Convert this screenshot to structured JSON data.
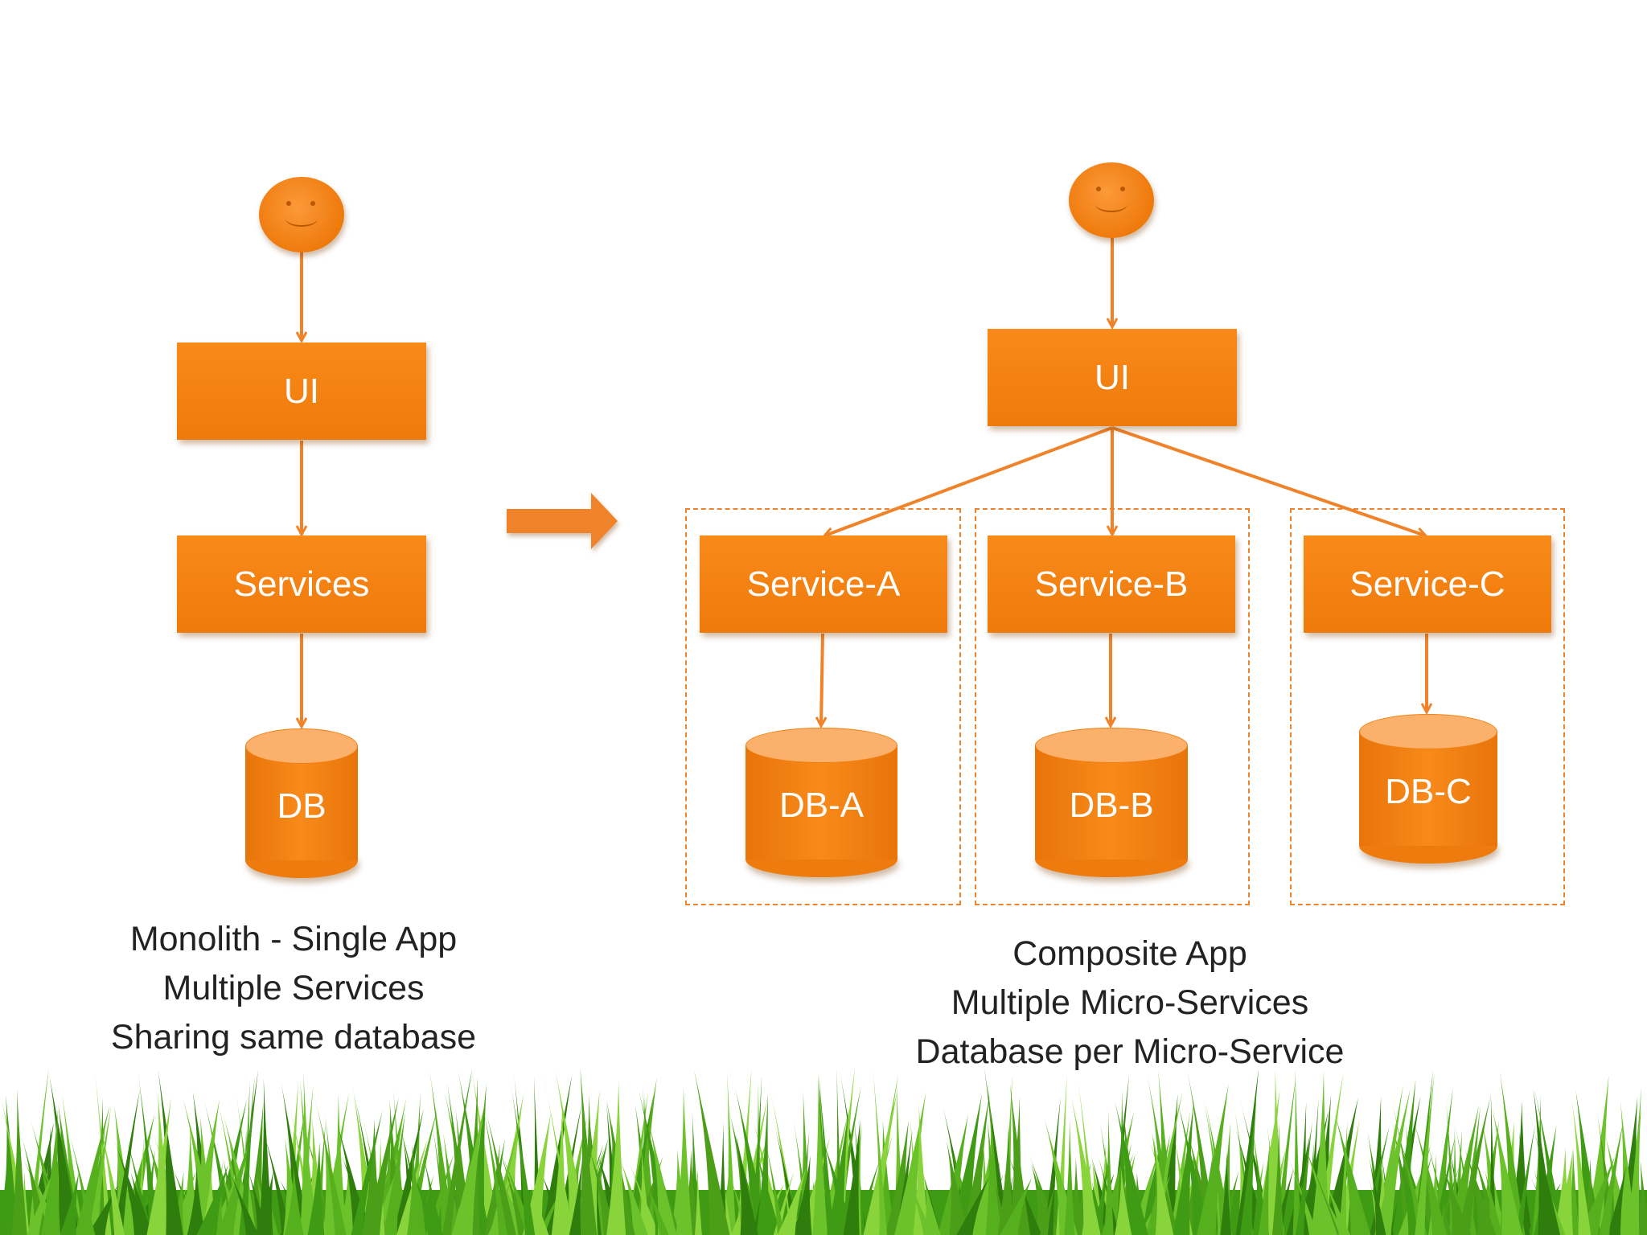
{
  "colors": {
    "box": "#f5831a",
    "arrow": "#f0832a",
    "text_light": "#ffffff",
    "caption": "#222222",
    "grass": "#3f9a14"
  },
  "left": {
    "ui_label": "UI",
    "services_label": "Services",
    "db_label": "DB",
    "caption_lines": [
      "Monolith - Single App",
      "Multiple Services",
      "Sharing same database"
    ]
  },
  "right": {
    "ui_label": "UI",
    "services": [
      {
        "label": "Service-A",
        "db": "DB-A"
      },
      {
        "label": "Service-B",
        "db": "DB-B"
      },
      {
        "label": "Service-C",
        "db": "DB-C"
      }
    ],
    "caption_lines": [
      "Composite App",
      "Multiple Micro-Services",
      "Database per Micro-Service"
    ]
  },
  "icons": {
    "user": "smiley-face-icon",
    "transition": "arrow-right-icon"
  }
}
